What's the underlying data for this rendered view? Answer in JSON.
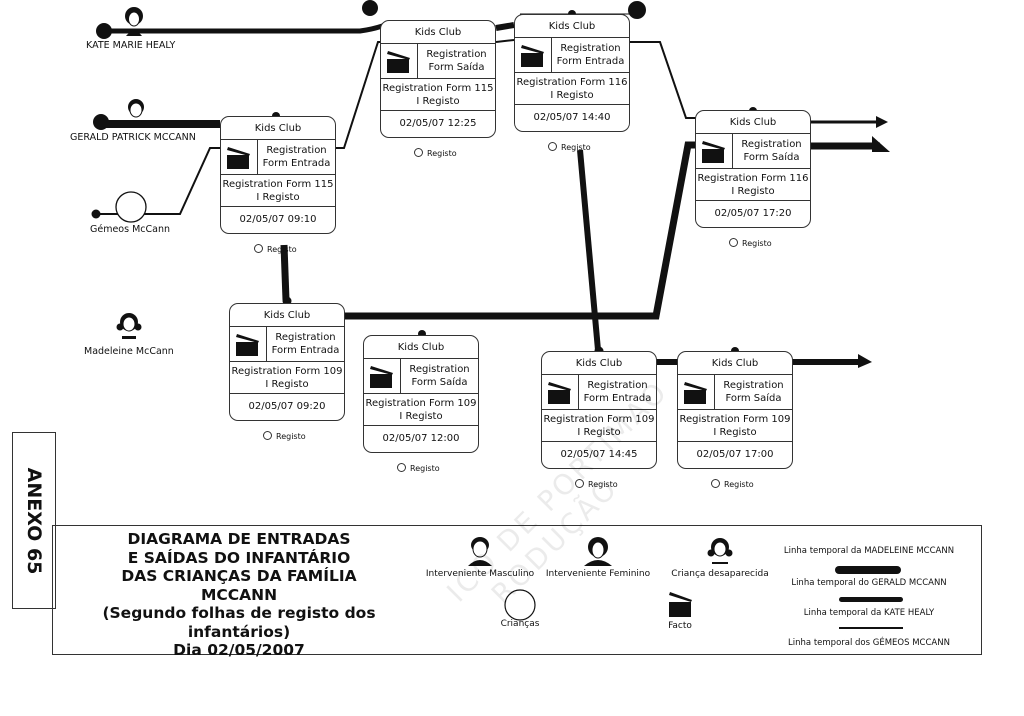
{
  "persons": {
    "kate": {
      "name": "KATE MARIE HEALY",
      "icon": "female-person-icon"
    },
    "gerald": {
      "name": "GERALD PATRICK MCCANN",
      "icon": "male-person-icon"
    },
    "twins": {
      "name": "Gémeos McCann",
      "icon": "child-circle-icon"
    },
    "madeleine": {
      "name": "Madeleine McCann",
      "icon": "missing-child-icon"
    }
  },
  "events": [
    {
      "place": "Kids Club",
      "type": "Registration\nForm Entrada",
      "type_l1": "Registration",
      "type_l2": "Form Entrada",
      "form_l1": "Registration Form 115",
      "form_l2": "I Registo",
      "datetime": "02/05/07 09:10",
      "source": "Registo",
      "subject": "Gémeos McCann"
    },
    {
      "place": "Kids Club",
      "type_l1": "Registration",
      "type_l2": "Form Saída",
      "form_l1": "Registration Form 115",
      "form_l2": "I Registo",
      "datetime": "02/05/07 12:25",
      "source": "Registo",
      "subject": "Gémeos McCann"
    },
    {
      "place": "Kids Club",
      "type_l1": "Registration",
      "type_l2": "Form Entrada",
      "form_l1": "Registration Form 116",
      "form_l2": "I Registo",
      "datetime": "02/05/07 14:40",
      "source": "Registo",
      "subject": "Gémeos McCann"
    },
    {
      "place": "Kids Club",
      "type_l1": "Registration",
      "type_l2": "Form Saída",
      "form_l1": "Registration Form 116",
      "form_l2": "I Registo",
      "datetime": "02/05/07 17:20",
      "source": "Registo",
      "subject": "Gémeos McCann"
    },
    {
      "place": "Kids Club",
      "type_l1": "Registration",
      "type_l2": "Form Entrada",
      "form_l1": "Registration Form 109",
      "form_l2": "I Registo",
      "datetime": "02/05/07 09:20",
      "source": "Registo",
      "subject": "Madeleine McCann"
    },
    {
      "place": "Kids Club",
      "type_l1": "Registration",
      "type_l2": "Form Saída",
      "form_l1": "Registration Form 109",
      "form_l2": "I Registo",
      "datetime": "02/05/07 12:00",
      "source": "Registo",
      "subject": "Madeleine McCann"
    },
    {
      "place": "Kids Club",
      "type_l1": "Registration",
      "type_l2": "Form Entrada",
      "form_l1": "Registration Form 109",
      "form_l2": "I Registo",
      "datetime": "02/05/07 14:45",
      "source": "Registo",
      "subject": "Madeleine McCann"
    },
    {
      "place": "Kids Club",
      "type_l1": "Registration",
      "type_l2": "Form Saída",
      "form_l1": "Registration Form 109",
      "form_l2": "I Registo",
      "datetime": "02/05/07 17:00",
      "source": "Registo",
      "subject": "Madeleine McCann"
    }
  ],
  "annex": "ANEXO 65",
  "legend": {
    "title_lines": [
      "DIAGRAMA DE ENTRADAS",
      "E SAÍDAS DO INFANTÁRIO",
      "DAS CRIANÇAS DA FAMÍLIA",
      "MCCANN",
      "(Segundo folhas de registo dos infantários)",
      "Dia 02/05/2007"
    ],
    "symbols": {
      "male": "Interveniente Masculino",
      "female": "Interveniente Feminino",
      "missing": "Criança desaparecida",
      "children": "Crianças",
      "fact": "Facto"
    },
    "timelines": {
      "madeleine": "Linha temporal da MADELEINE MCCANN",
      "gerald": "Linha temporal do GERALD MCCANN",
      "kate": "Linha temporal da KATE HEALY",
      "twins": "Linha temporal dos GÉMEOS MCCANN"
    }
  },
  "watermark": {
    "line1": "ICO DE PORTIMAO",
    "line2": "RODUÇÃO"
  },
  "colors": {
    "ink": "#111111",
    "paper": "#ffffff",
    "border": "#333333"
  }
}
